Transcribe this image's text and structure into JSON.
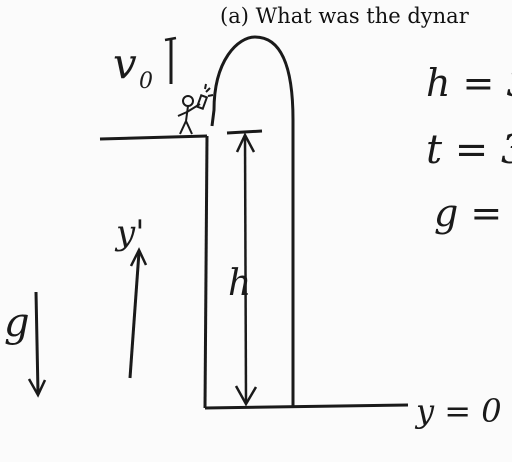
{
  "question": "(a) What was the dynar",
  "labels": {
    "v0_main": "v",
    "v0_sub": "0",
    "y_prime": "y'",
    "g_left": "g",
    "h_arrow": "h",
    "h_eq": "h = 3",
    "t_eq": "t = 3",
    "g_eq": "g = (",
    "y0": "y = 0"
  },
  "colors": {
    "ink": "#1a1a1a",
    "paper": "#fbfbfb"
  }
}
